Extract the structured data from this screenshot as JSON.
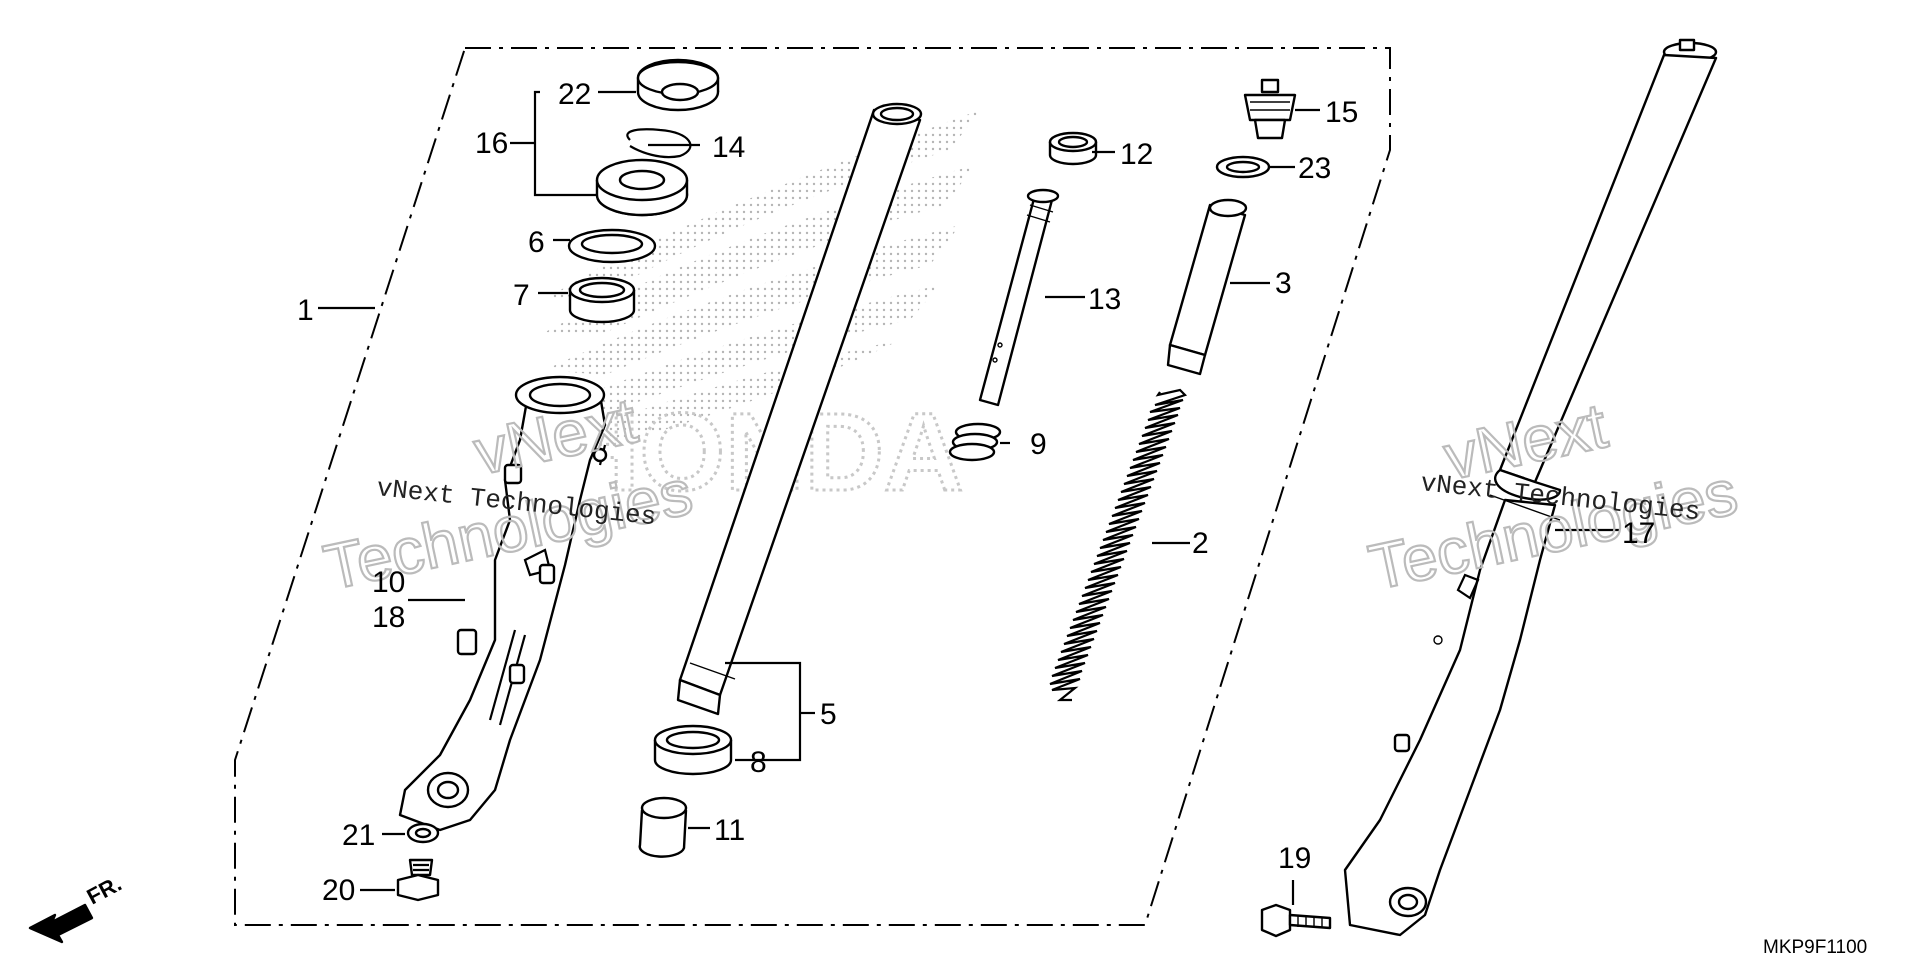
{
  "diagram": {
    "type": "exploded-parts-diagram",
    "drawing_code": "MKP9F1100",
    "direction_label": "FR.",
    "brand_watermark": "HONDA",
    "watermarks": {
      "left_mono": "vNext Technologies",
      "left_outline_1": "vNext",
      "left_outline_2": "Technologies",
      "right_mono": "vNext Technologies",
      "right_outline_1": "vNext",
      "right_outline_2": "Technologies"
    },
    "callouts": {
      "c1": "1",
      "c2": "2",
      "c3": "3",
      "c5": "5",
      "c6": "6",
      "c7": "7",
      "c8": "8",
      "c9": "9",
      "c10": "10",
      "c11": "11",
      "c12": "12",
      "c13": "13",
      "c14": "14",
      "c15": "15",
      "c16": "16",
      "c17": "17",
      "c18": "18",
      "c19": "19",
      "c20": "20",
      "c21": "21",
      "c22": "22",
      "c23": "23"
    }
  }
}
